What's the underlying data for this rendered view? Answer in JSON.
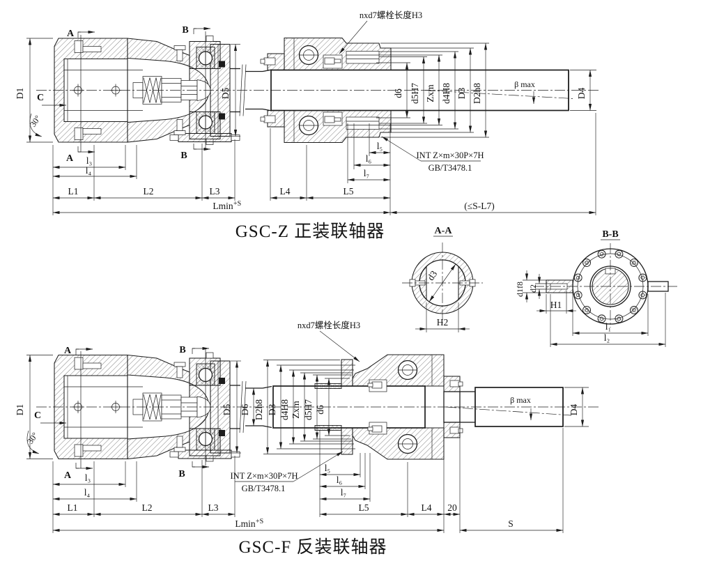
{
  "drawing": {
    "background": "#ffffff",
    "ink_color": "#1c1c1c",
    "type": "engineering-assembly-drawing",
    "subject": "GSC gear coupling installation drawings"
  },
  "gscz": {
    "title": "GSC-Z 正装联轴器",
    "bolt_note": "nxd7螺栓长度H3",
    "spline_note1": "INT Z×m×30P×7H",
    "spline_note2": "GB/T3478.1",
    "marker_a": "A",
    "marker_b": "B",
    "marker_c": "C",
    "chamfer_angle": "30°",
    "dim_d1": "D1",
    "dim_d5": "D5",
    "dim_d6s": "d6",
    "dim_d5h7": "d5H7",
    "dim_zxm": "Zxm",
    "dim_d4h8": "d4H8",
    "dim_d3": "D3",
    "dim_d2h8": "D2h8",
    "dim_beta": "β max",
    "dim_d4": "D4",
    "dim_l3": "l₃",
    "dim_l4": "l₄",
    "dim_l5": "l₅",
    "dim_l6": "l₆",
    "dim_l7": "l₇",
    "dim_L1": "L1",
    "dim_L2": "L2",
    "dim_L3": "L3",
    "dim_L4": "L4",
    "dim_L5": "L5",
    "dim_lmin": "Lmin",
    "dim_lmin_sup": "+S",
    "dim_s_l7": "(≤S-L7)"
  },
  "gscf": {
    "title": "GSC-F 反装联轴器",
    "bolt_note": "nxd7螺栓长度H3",
    "spline_note1": "INT Z×m×30P×7H",
    "spline_note2": "GB/T3478.1",
    "marker_a": "A",
    "marker_b": "B",
    "marker_c": "C",
    "chamfer_angle": "30°",
    "dim_d1": "D1",
    "dim_d5": "D5",
    "dim_D6": "D6",
    "dim_d2h8": "D2h8",
    "dim_d3": "D3",
    "dim_d4h8": "d4H8",
    "dim_zxm": "Zxm",
    "dim_d5h7": "d5H7",
    "dim_d6s": "d6",
    "dim_beta": "β max",
    "dim_d4": "D4",
    "dim_l3": "l₃",
    "dim_l4": "l₄",
    "dim_l5": "l₅",
    "dim_l6": "l₆",
    "dim_l7": "l₇",
    "dim_L1": "L1",
    "dim_L2": "L2",
    "dim_L3": "L3",
    "dim_L5": "L5",
    "dim_L4": "L4",
    "dim_20": "20",
    "dim_s": "S",
    "dim_lmin": "Lmin",
    "dim_lmin_sup": "+S"
  },
  "section_aa": {
    "title": "A-A",
    "dim_d3": "d3",
    "dim_h2": "H2"
  },
  "section_bb": {
    "title": "B-B",
    "dim_d1f8": "d1f8",
    "dim_d2": "d2",
    "dim_h1": "H1",
    "dim_l1": "l₁",
    "dim_l2": "l₂"
  }
}
